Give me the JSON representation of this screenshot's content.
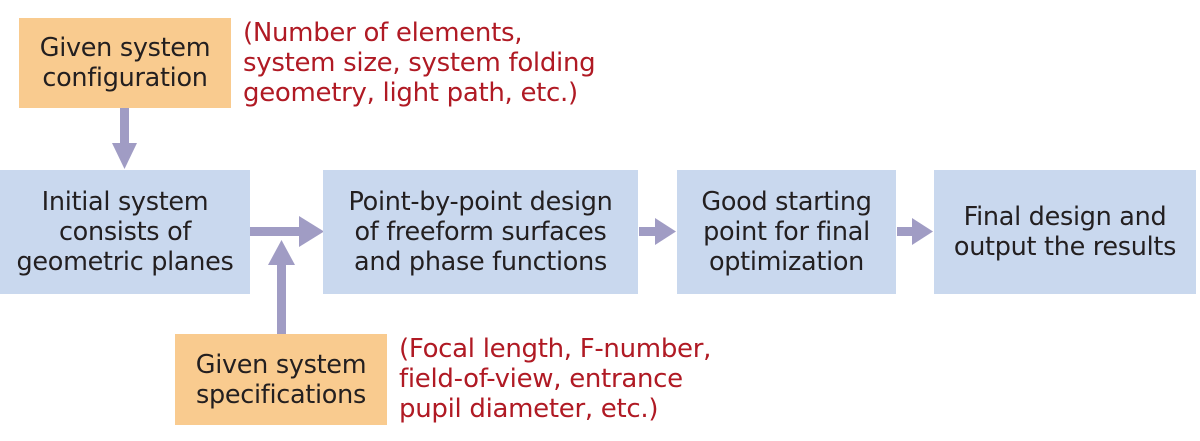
{
  "diagram": {
    "type": "flowchart",
    "colors": {
      "input_box": "#f9cb8f",
      "process_box": "#c9d8ee",
      "arrow": "#a09cc4",
      "annotation_text": "#b01a24",
      "box_text": "#231f20"
    },
    "inputs": {
      "configuration": {
        "label": "Given system\nconfiguration",
        "note": "(Number of elements,\nsystem size, system folding\ngeometry, light path, etc.)"
      },
      "specifications": {
        "label": "Given system\nspecifications",
        "note": "(Focal length, F-number,\nfield-of-view, entrance\npupil diameter, etc.)"
      }
    },
    "steps": [
      {
        "label": "Initial system\nconsists of\ngeometric planes"
      },
      {
        "label": "Point-by-point design\nof freeform surfaces\nand phase functions"
      },
      {
        "label": "Good starting\npoint for final\noptimization"
      },
      {
        "label": "Final design and\noutput the results"
      }
    ],
    "edges": [
      {
        "from": "Given system configuration",
        "to": "Initial system consists of geometric planes"
      },
      {
        "from": "Initial system consists of geometric planes",
        "to": "Point-by-point design of freeform surfaces and phase functions"
      },
      {
        "from": "Given system specifications",
        "to": "Point-by-point design of freeform surfaces and phase functions"
      },
      {
        "from": "Point-by-point design of freeform surfaces and phase functions",
        "to": "Good starting point for final optimization"
      },
      {
        "from": "Good starting point for final optimization",
        "to": "Final design and output the results"
      }
    ]
  }
}
